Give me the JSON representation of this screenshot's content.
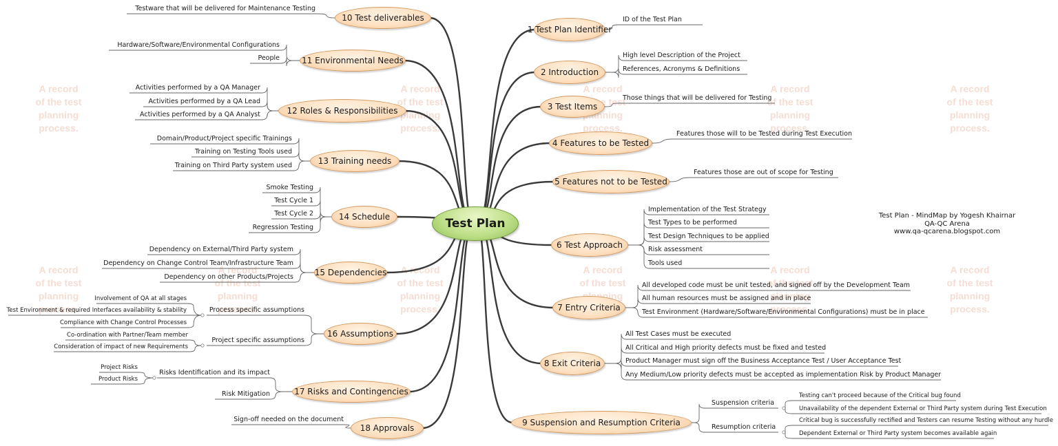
{
  "root": "Test Plan",
  "watermark": [
    "A record",
    "of the test",
    "planning",
    "process."
  ],
  "credits": {
    "line1": "Test Plan - MindMap by Yogesh Khairnar",
    "line2": "QA-QC Arena",
    "line3": "www.qa-qcarena.blogspot.com"
  },
  "right": [
    {
      "label": "1 Test Plan Identifier",
      "children": [
        "ID of the Test Plan"
      ]
    },
    {
      "label": "2 Introduction",
      "children": [
        "High level Description of the Project",
        "References, Acronyms & Definitions"
      ]
    },
    {
      "label": "3 Test Items",
      "children": [
        "Those things that will be delivered for Testing"
      ]
    },
    {
      "label": "4 Features to be Tested",
      "children": [
        "Features those will to be Tested during Test Execution"
      ]
    },
    {
      "label": "5 Features not to be Tested",
      "children": [
        "Features those are out of scope for Testing"
      ]
    },
    {
      "label": "6 Test Approach",
      "children": [
        "Implementation of the Test Strategy",
        "Test Types to be performed",
        "Test Design Techniques to be applied",
        "Risk assessment",
        "Tools used"
      ]
    },
    {
      "label": "7  Entry Criteria",
      "children": [
        "All developed code must be unit tested, and signed off by the Development Team",
        "All human resources must be assigned and in place",
        "Test Environment (Hardware/Software/Environmental Configurations) must be in place"
      ]
    },
    {
      "label": "8 Exit Criteria",
      "children": [
        "All Test Cases must be executed",
        "All Critical and High priority defects must be fixed and tested",
        "Product Manager must sign off the Business Acceptance Test / User Acceptance Test",
        "Any Medium/Low priority defects must be accepted as implementation Risk by Product Manager"
      ]
    },
    {
      "label": "9  Suspension and Resumption Criteria",
      "groups": [
        {
          "label": "Suspension criteria",
          "children": [
            "Testing can't proceed because of the Critical bug found",
            "Unavailability of the dependent External or Third Party system during Test Execution"
          ]
        },
        {
          "label": "Resumption criteria",
          "children": [
            "Critical bug is successfully rectified and Testers can resume Testing without any hurdle",
            "Dependent External or Third Party system becomes available again"
          ]
        }
      ]
    }
  ],
  "left": [
    {
      "label": "10  Test deliverables",
      "children": [
        "Testware that will be delivered for Maintenance Testing"
      ]
    },
    {
      "label": "11  Environmental Needs",
      "children": [
        "Hardware/Software/Environmental Configurations",
        "People"
      ]
    },
    {
      "label": "12  Roles & Responsibilities",
      "children": [
        "Activities performed by a QA Manager",
        "Activities performed by a QA Lead",
        "Activities performed by a QA Analyst"
      ]
    },
    {
      "label": "13  Training needs",
      "children": [
        "Domain/Product/Project specific Trainings",
        "Training on Testing Tools used",
        "Training on Third Party system used"
      ]
    },
    {
      "label": "14 Schedule",
      "children": [
        "Smoke Testing",
        "Test Cycle 1",
        "Test Cycle 2",
        "Regression Testing"
      ]
    },
    {
      "label": "15 Dependencies",
      "children": [
        "Dependency on External/Third Party system",
        "Dependency on Change Control Team/Infrastructure Team",
        "Dependency on other Products/Projects"
      ]
    },
    {
      "label": "16 Assumptions",
      "groups": [
        {
          "label": "Process specific assumptions",
          "children": [
            "Involvement of QA at all stages",
            "Test Environment & required Interfaces availability & stability",
            "Compliance with Change Control Processes"
          ]
        },
        {
          "label": "Project specific assumptions",
          "children": [
            "Co-ordination with Partner/Team member",
            "Consideration of impact of new Requirements"
          ]
        }
      ]
    },
    {
      "label": "17  Risks and Contingencies",
      "groups": [
        {
          "label": "Risks Identification and its impact",
          "children": [
            "Project Risks",
            "Product Risks"
          ]
        },
        {
          "label": "Risk Mitigation",
          "children": []
        }
      ]
    },
    {
      "label": "18 Approvals",
      "children": [
        "Sign-off needed on the document"
      ]
    }
  ]
}
